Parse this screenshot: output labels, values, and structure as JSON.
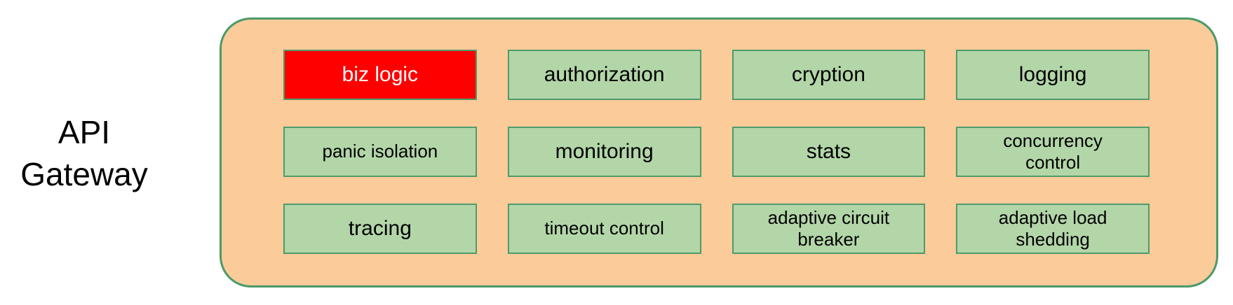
{
  "colors": {
    "container_fill": "#FBCB99",
    "container_border": "#4A9A68",
    "box_fill": "#B3D6A8",
    "box_border": "#4E9B6B",
    "highlight_fill": "#FF0000",
    "highlight_text": "#FFFFFF",
    "text": "#000000"
  },
  "gateway": {
    "title": "API\nGateway",
    "boxes": [
      {
        "label": "biz logic",
        "highlight": true
      },
      {
        "label": "authorization"
      },
      {
        "label": "cryption"
      },
      {
        "label": "logging"
      },
      {
        "label": "panic isolation"
      },
      {
        "label": "monitoring"
      },
      {
        "label": "stats"
      },
      {
        "label": "concurrency\ncontrol"
      },
      {
        "label": "tracing"
      },
      {
        "label": "timeout control"
      },
      {
        "label": "adaptive circuit\nbreaker"
      },
      {
        "label": "adaptive load\nshedding"
      }
    ]
  }
}
